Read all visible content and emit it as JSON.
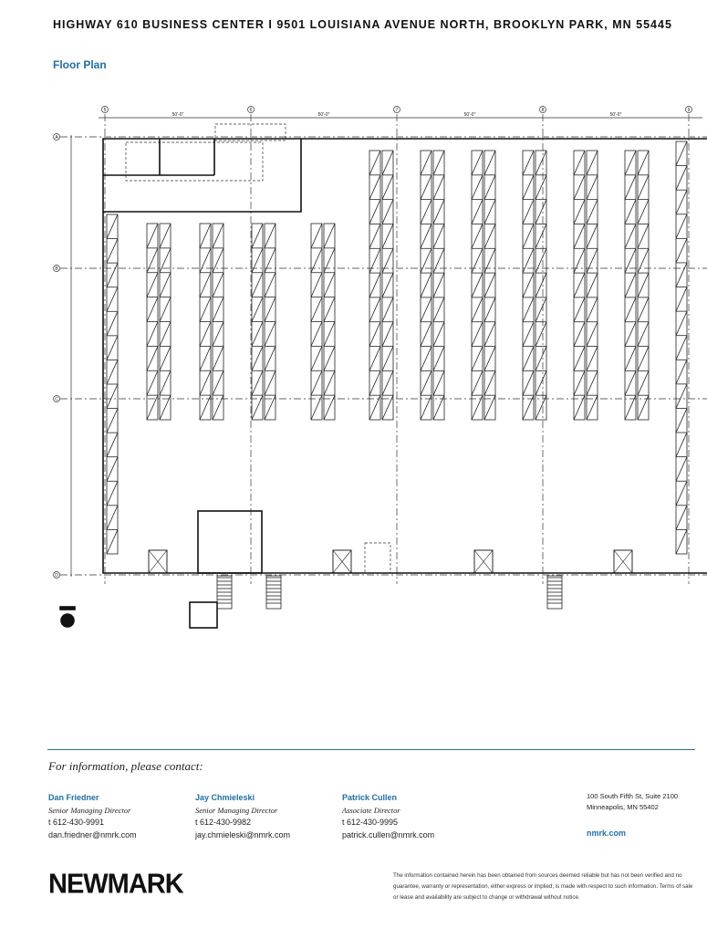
{
  "header": {
    "title": "HIGHWAY 610 BUSINESS CENTER I 9501 LOUISIANA AVENUE NORTH, BROOKLYN PARK, MN 55445",
    "subtitle": "Floor Plan"
  },
  "floor_plan": {
    "column_labels": [
      "5",
      "6",
      "7",
      "8",
      "9"
    ],
    "row_labels": [
      "A",
      "B",
      "C",
      "D"
    ],
    "bay_dimensions": [
      "50'-0\"",
      "50'-0\"",
      "50'-0\"",
      "50'-0\""
    ]
  },
  "contact": {
    "heading": "For information, please contact:",
    "people": [
      {
        "name": "Dan Friedner",
        "role": "Senior Managing Director",
        "phone": "t  612-430-9991",
        "email": "dan.friedner@nmrk.com"
      },
      {
        "name": "Jay Chmieleski",
        "role": "Senior Managing Director",
        "phone": "t  612-430-9982",
        "email": "jay.chmieleski@nmrk.com"
      },
      {
        "name": "Patrick Cullen",
        "role": "Associate Director",
        "phone": "t 612-430-9995",
        "email": "patrick.cullen@nmrk.com"
      }
    ],
    "address_line1": "100 South Fifth St, Suite 2100",
    "address_line2": "Minneapolis, MN 55402",
    "website": "nmrk.com"
  },
  "footer": {
    "logo": "NEWMARK",
    "disclaimer": "The information contained herein has been obtained from sources deemed reliable but has not been verified and no guarantee, warranty or representation, either express or implied, is made with respect to such information. Terms of sale or lease and availability are subject to change or withdrawal without notice."
  }
}
